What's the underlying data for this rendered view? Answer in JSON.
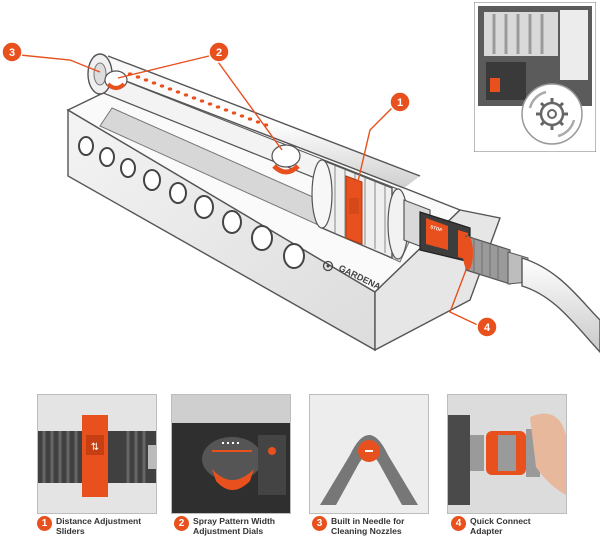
{
  "brand": "GARDENA",
  "colors": {
    "accent": "#e8501e",
    "dark": "#3a3a3a",
    "grey": "#8a8a8a"
  },
  "callouts": [
    {
      "number": "1"
    },
    {
      "number": "2"
    },
    {
      "number": "3"
    },
    {
      "number": "4"
    }
  ],
  "stop_label": "STOP",
  "features": [
    {
      "number": "1",
      "line1": "Distance Adjustment",
      "line2": "Sliders"
    },
    {
      "number": "2",
      "line1": "Spray Pattern Width",
      "line2": "Adjustment Dials"
    },
    {
      "number": "3",
      "line1": "Built in Needle for",
      "line2": "Cleaning Nozzles"
    },
    {
      "number": "4",
      "line1": "Quick Connect",
      "line2": "Adapter"
    }
  ]
}
